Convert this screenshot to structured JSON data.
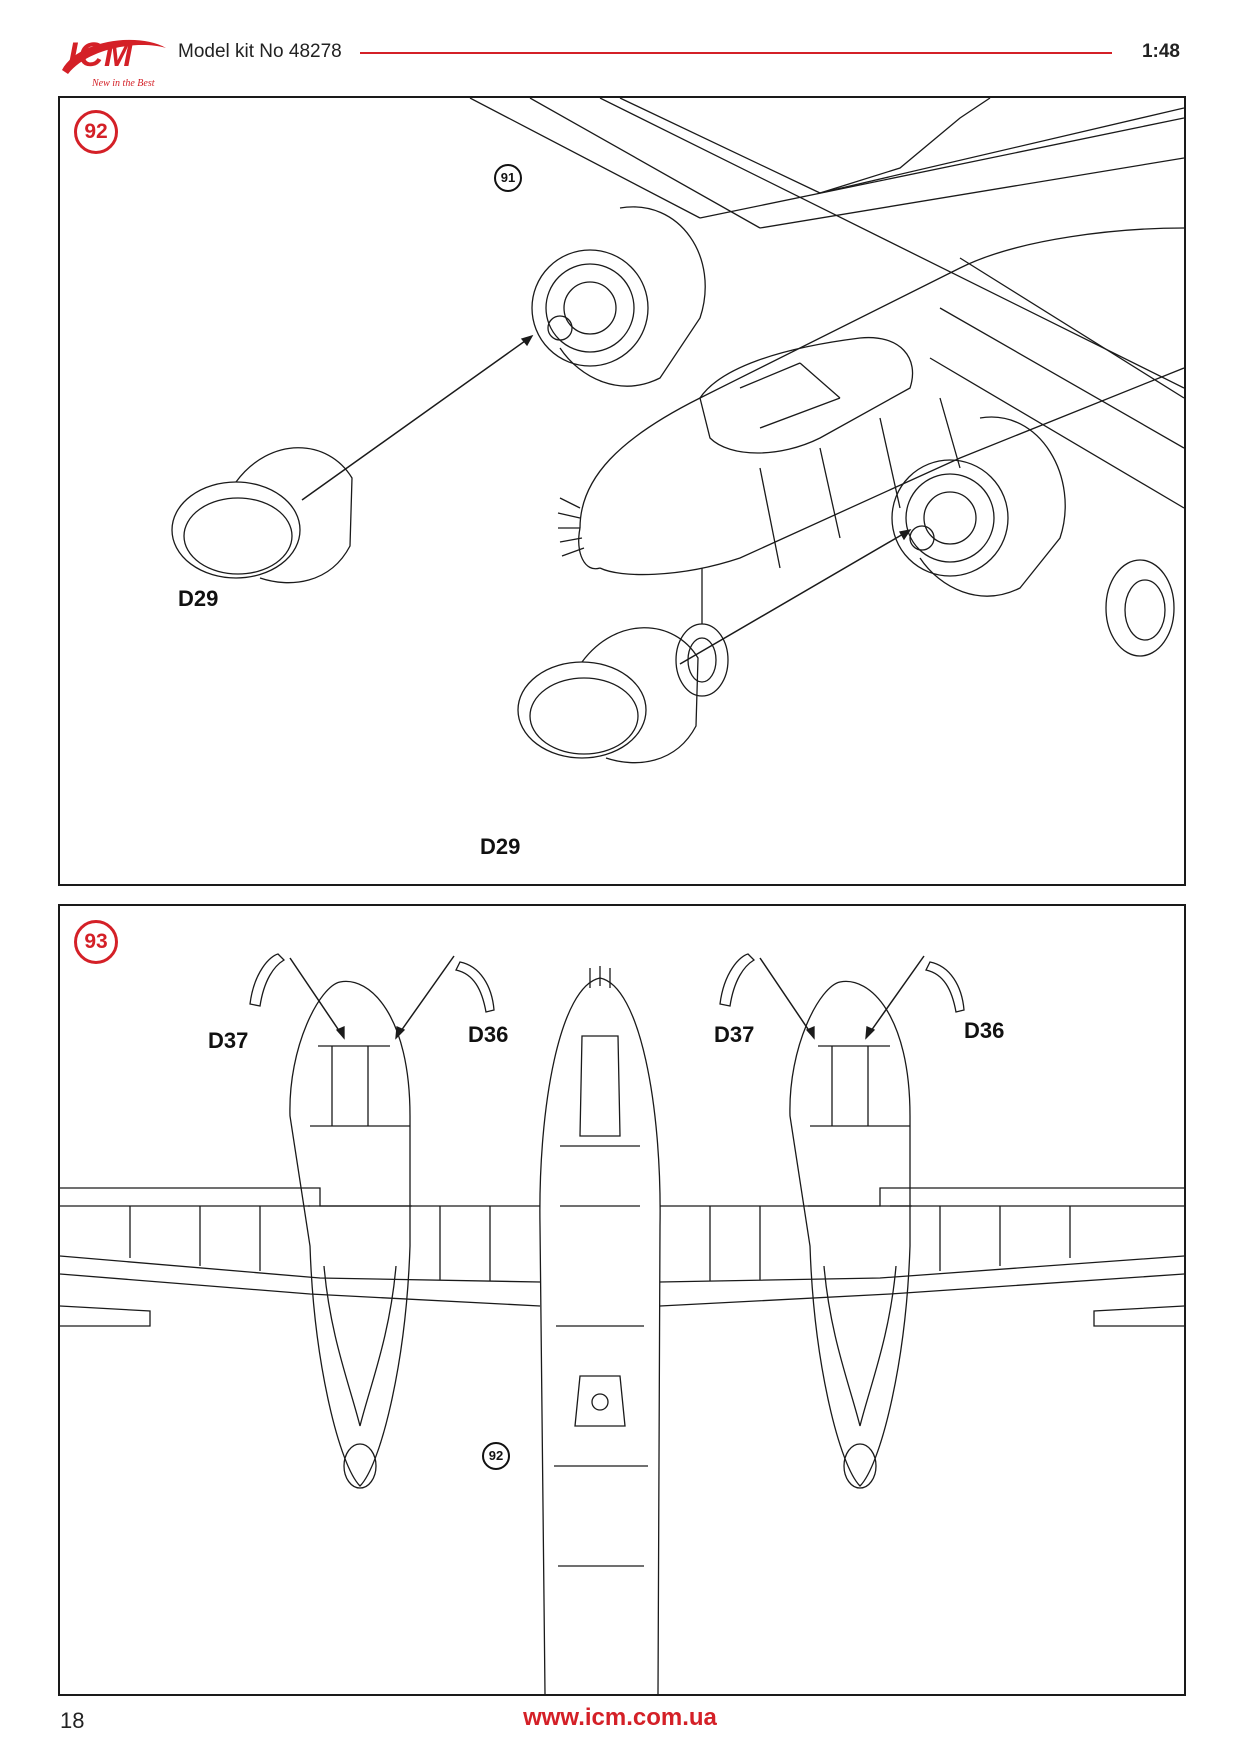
{
  "header": {
    "brand": "ICM",
    "tagline": "New in the Best",
    "kit_label": "Model kit No 48278",
    "scale": "1:48"
  },
  "steps": [
    {
      "number": "92",
      "reference": "91",
      "parts": [
        "D29",
        "D29"
      ]
    },
    {
      "number": "93",
      "reference": "92",
      "parts": [
        "D37",
        "D36",
        "D37",
        "D36"
      ]
    }
  ],
  "footer": {
    "page_number": "18",
    "url": "www.icm.com.ua"
  },
  "colors": {
    "accent": "#d42027",
    "line": "#1a1a1a"
  }
}
